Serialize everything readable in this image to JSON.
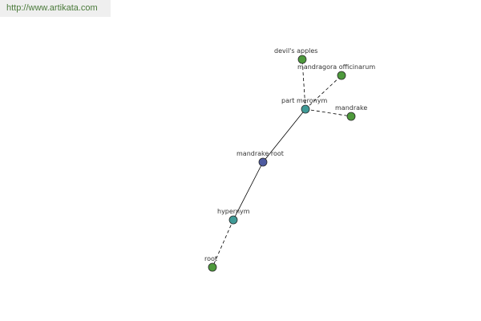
{
  "banner": {
    "url_text": "http://www.artikata.com"
  },
  "colors": {
    "center_node": "#4d5aa0",
    "relation_node": "#3f9a96",
    "leaf_node": "#4e9a3c",
    "node_stroke": "#2a2a2a",
    "edge": "#000000",
    "banner_text": "#4a7a3a"
  },
  "graph": {
    "nodes": [
      {
        "id": "mandrake-root",
        "label": "mandrake root",
        "kind": "center"
      },
      {
        "id": "part-meronym",
        "label": "part meronym",
        "kind": "relation"
      },
      {
        "id": "hypernym",
        "label": "hypernym",
        "kind": "relation"
      },
      {
        "id": "devils-apples",
        "label": "devil's apples",
        "kind": "leaf"
      },
      {
        "id": "mandragora-officinarum",
        "label": "mandragora officinarum",
        "kind": "leaf"
      },
      {
        "id": "mandrake",
        "label": "mandrake",
        "kind": "leaf"
      },
      {
        "id": "root",
        "label": "root",
        "kind": "leaf"
      }
    ],
    "edges": [
      {
        "from": "mandrake-root",
        "to": "part-meronym",
        "style": "solid"
      },
      {
        "from": "mandrake-root",
        "to": "hypernym",
        "style": "solid"
      },
      {
        "from": "part-meronym",
        "to": "devils-apples",
        "style": "dashed"
      },
      {
        "from": "part-meronym",
        "to": "mandragora-officinarum",
        "style": "dashed"
      },
      {
        "from": "part-meronym",
        "to": "mandrake",
        "style": "dashed"
      },
      {
        "from": "hypernym",
        "to": "root",
        "style": "dashed"
      }
    ]
  }
}
